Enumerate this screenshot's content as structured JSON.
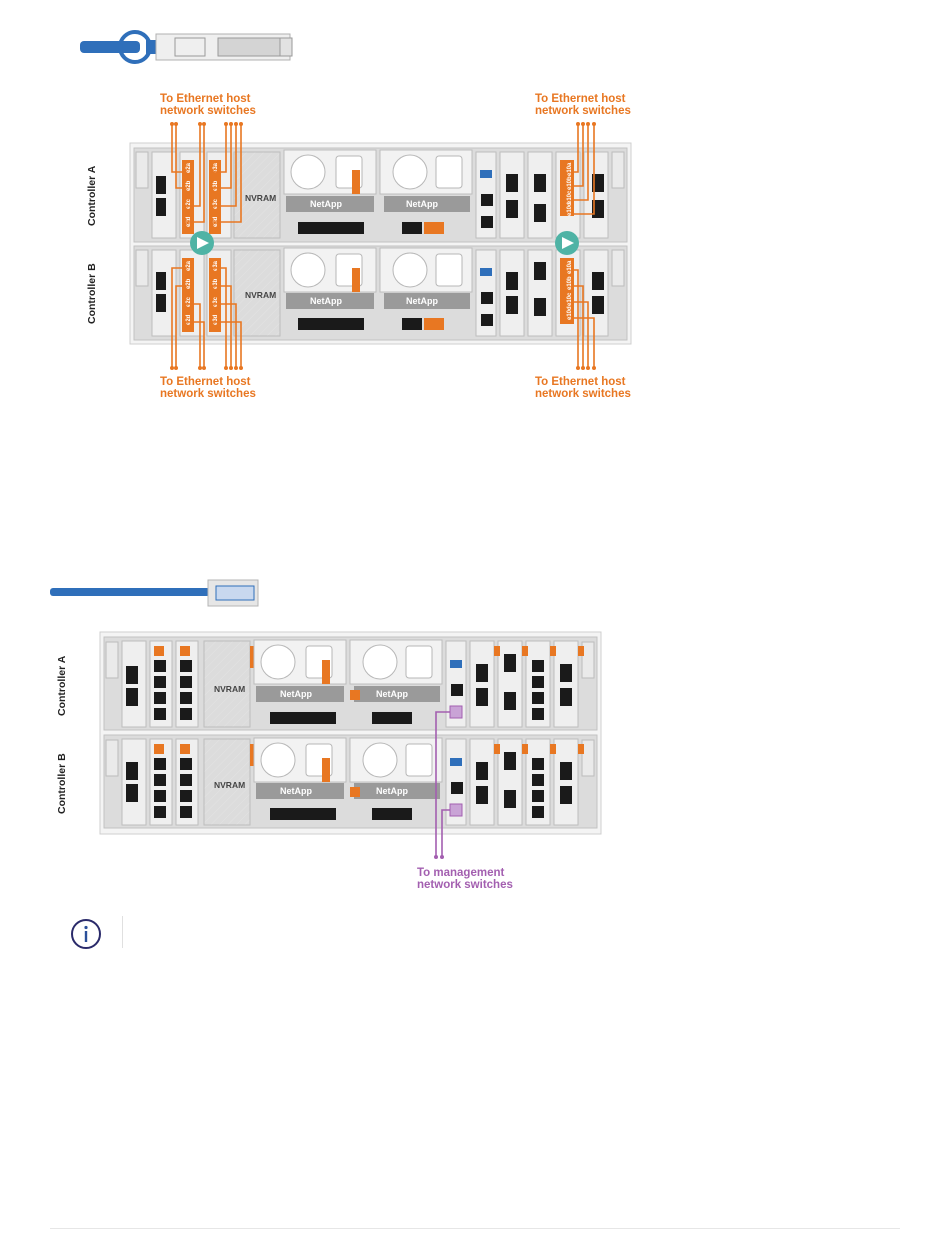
{
  "diagram1": {
    "label_top_left": [
      "To Ethernet host",
      "network switches"
    ],
    "label_top_right": [
      "To Ethernet host",
      "network switches"
    ],
    "label_bottom_left": [
      "To Ethernet host",
      "network switches"
    ],
    "label_bottom_right": [
      "To Ethernet host",
      "network switches"
    ],
    "controller_a": "Controller A",
    "controller_b": "Controller B",
    "nvram": "NVRAM",
    "brand": "NetApp",
    "left_ports": [
      "e2a",
      "e2b",
      "e2c",
      "e2d"
    ],
    "mid_ports": [
      "e3a",
      "e3b",
      "e3c",
      "e3d"
    ],
    "right_ports": [
      "e10a",
      "e10b",
      "e10c",
      "e10d"
    ]
  },
  "diagram2": {
    "controller_a": "Controller A",
    "controller_b": "Controller B",
    "nvram": "NVRAM",
    "brand": "NetApp",
    "mgmt_label": [
      "To management",
      "network switches"
    ]
  },
  "colors": {
    "orange": "#e87722",
    "purple": "#a35fb0",
    "blue": "#2f6fba",
    "chassis": "#d9d9d9",
    "port": "#1a1a1a"
  },
  "icons": {
    "note": "info-icon",
    "cable1": "qsfp-cable-icon",
    "cable2": "rj45-cable-icon"
  }
}
